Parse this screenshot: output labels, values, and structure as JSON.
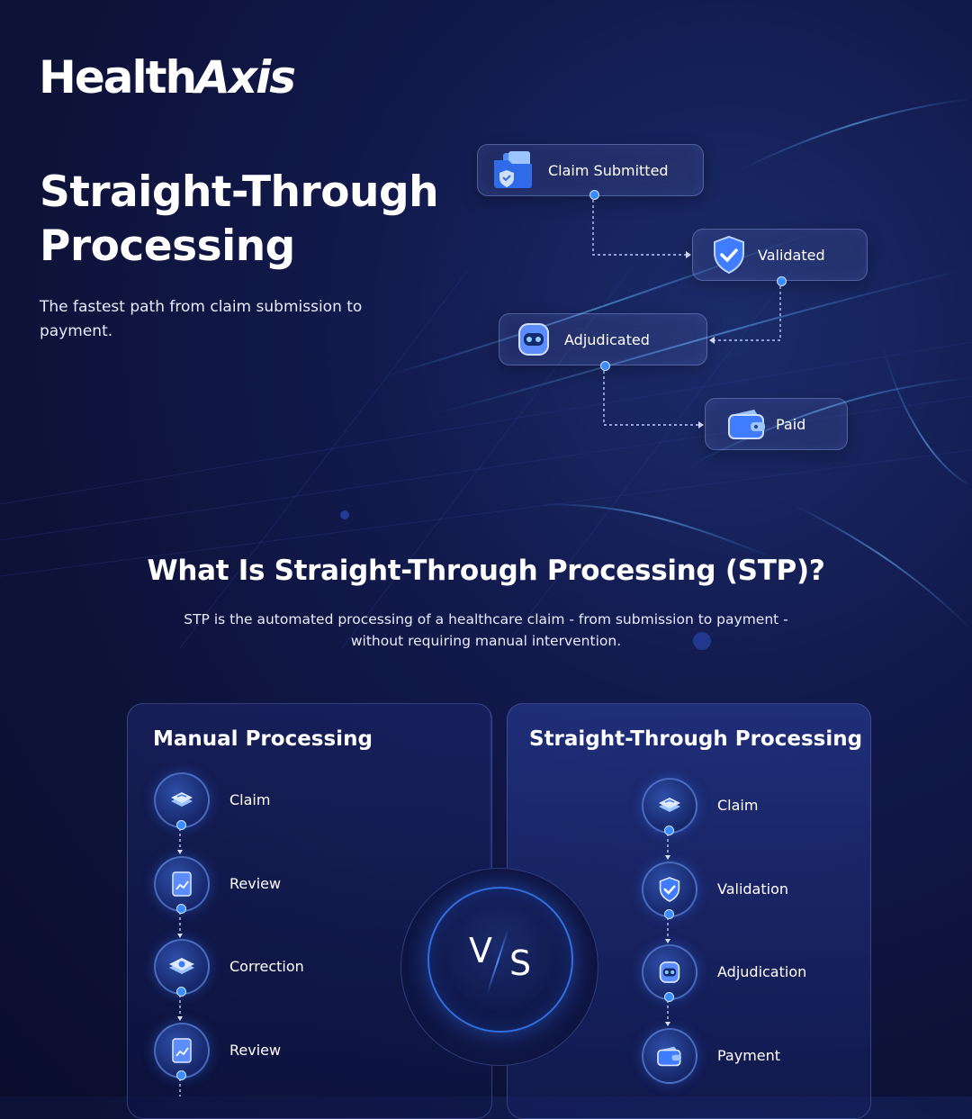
{
  "brand": {
    "logo_regular": "Health",
    "logo_bold": "Axis"
  },
  "hero": {
    "title": "Straight-Through Processing",
    "subtitle": "The fastest path from claim submission to payment."
  },
  "flow": {
    "steps": [
      {
        "label": "Claim Submitted",
        "icon": "folder-shield-icon"
      },
      {
        "label": "Validated",
        "icon": "shield-check-icon"
      },
      {
        "label": "Adjudicated",
        "icon": "robot-icon"
      },
      {
        "label": "Paid",
        "icon": "wallet-icon"
      }
    ]
  },
  "section": {
    "title": "What Is Straight-Through Processing (STP)?",
    "description_line1": "STP is the automated processing of a healthcare claim - from submission to payment -",
    "description_line2": "without requiring manual intervention."
  },
  "comparison": {
    "manual": {
      "title": "Manual Processing",
      "steps": [
        {
          "label": "Claim",
          "icon": "document-stack-icon"
        },
        {
          "label": "Review",
          "icon": "chart-document-icon"
        },
        {
          "label": "Correction",
          "icon": "gear-stack-icon"
        },
        {
          "label": "Review",
          "icon": "chart-document-icon"
        }
      ]
    },
    "stp": {
      "title": "Straight-Through Processing",
      "steps": [
        {
          "label": "Claim",
          "icon": "document-stack-icon"
        },
        {
          "label": "Validation",
          "icon": "shield-check-icon"
        },
        {
          "label": "Adjudication",
          "icon": "robot-icon"
        },
        {
          "label": "Payment",
          "icon": "wallet-icon"
        }
      ]
    },
    "vs_left": "V",
    "vs_right": "S"
  },
  "colors": {
    "accent": "#3a8cff",
    "background": "#121a4d",
    "panel_border": "#4a5fc0"
  }
}
